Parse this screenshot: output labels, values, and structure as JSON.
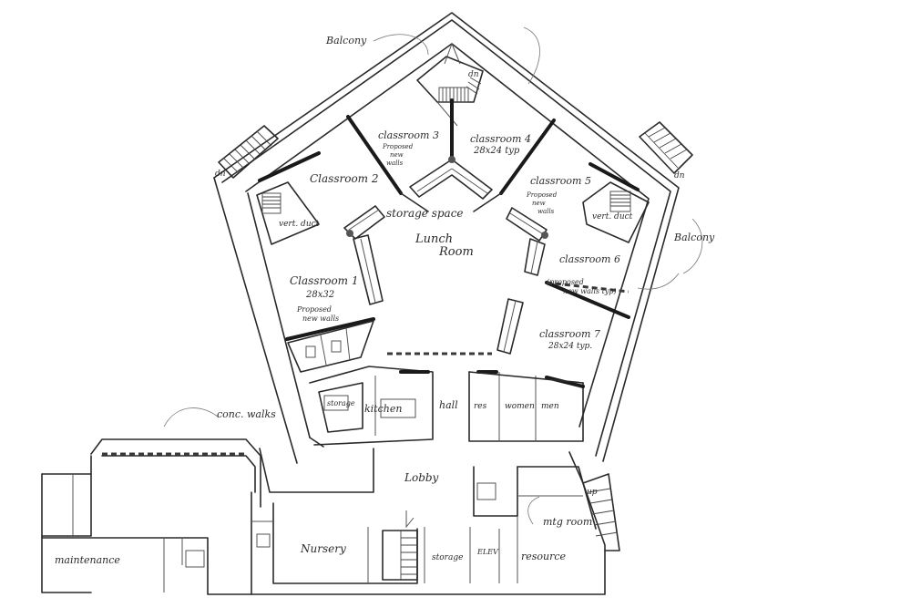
{
  "labels": {
    "balcony_top": "Balcony",
    "balcony_right": "Balcony",
    "dn_top": "dn",
    "dn_left": "dn",
    "dn_right": "dn",
    "up": "up",
    "classroom_1": "Classroom 1",
    "classroom_1_size": "28x32",
    "classroom_1_note_a": "Proposed",
    "classroom_1_note_b": "new walls",
    "classroom_2": "Classroom 2",
    "classroom_3": "classroom 3",
    "classroom_3_note_a": "Proposed",
    "classroom_3_note_b": "new",
    "classroom_3_note_c": "walls",
    "classroom_4": "classroom 4",
    "classroom_4_size": "28x24 typ",
    "classroom_5": "classroom 5",
    "classroom_5_note_a": "Proposed",
    "classroom_5_note_b": "new",
    "classroom_5_note_c": "walls",
    "classroom_6": "classroom 6",
    "classroom_6_note_a": "(proposed",
    "classroom_6_note_b": "new walls typ)",
    "classroom_7": "classroom 7",
    "classroom_7_size": "28x24 typ.",
    "storage_space": "storage space",
    "lunch_room_a": "Lunch",
    "lunch_room_b": "Room",
    "vert_duct_left": "vert. duct",
    "vert_duct_right": "vert. duct",
    "kitchen": "kitchen",
    "storage_kitchen": "storage",
    "hall": "hall",
    "res": "res",
    "women": "women",
    "men": "men",
    "lobby": "Lobby",
    "conc_walks": "conc. walks",
    "mtg_room": "mtg room",
    "nursery": "Nursery",
    "storage_bottom": "storage",
    "elev": "ELEV",
    "resource": "resource",
    "maintenance": "maintenance"
  },
  "colors": {
    "ink": "#2a2a2a",
    "paper": "#ffffff"
  }
}
